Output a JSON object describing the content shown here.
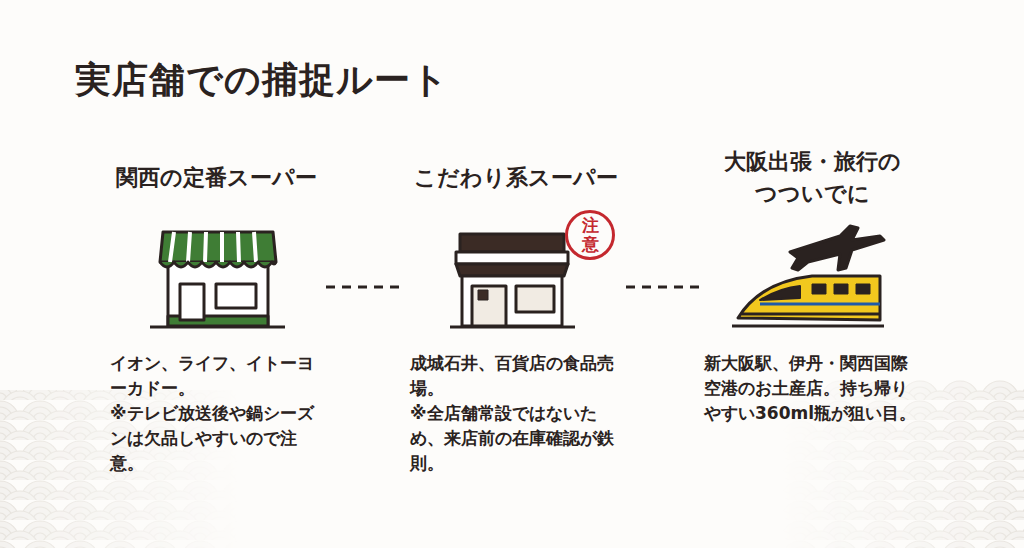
{
  "diagram": {
    "title": "実店舗での捕捉ルート",
    "nodes": [
      {
        "text": [
          "関西の定番スーパー",
          "イオン、ライフ、イトーヨーカドー。",
          "※テレビ放送後や鍋シーズンは欠品しやすいので注意。"
        ]
      },
      {
        "text": [
          "こだわり系スーパー",
          "成城石井、百貨店の食品売場。",
          "※全店舗常設ではないため、来店前の在庫確認が鉄則。"
        ]
      },
      {
        "text": [
          "注意"
        ],
        "in": 1
      },
      {
        "text": [
          "大阪出張・旅行のつついでに",
          "新大阪駅、伊丹・関西国際空港のお土産店。持ち帰りやすい360ml瓶が狙い目。"
        ]
      }
    ],
    "edges": [
      {
        "from": 0,
        "to": 1,
        "arrow": "none"
      },
      {
        "from": 1,
        "to": 3,
        "arrow": "none"
      }
    ]
  }
}
